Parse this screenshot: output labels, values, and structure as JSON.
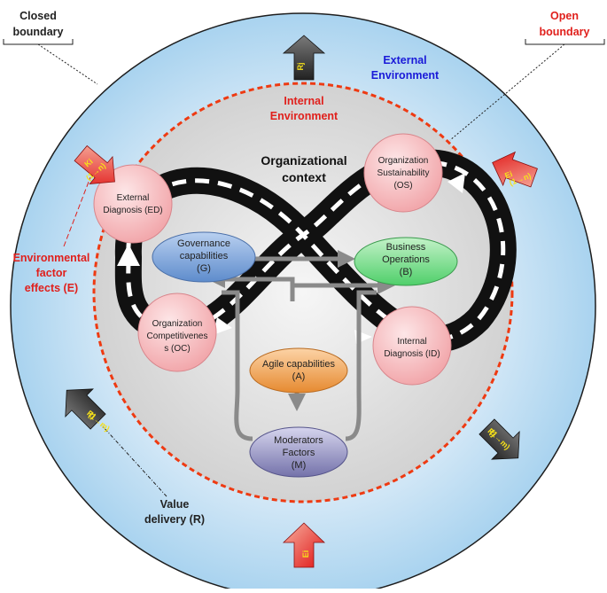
{
  "boundaries": {
    "closed": [
      "Closed",
      "boundary"
    ],
    "open": [
      "Open",
      "boundary"
    ]
  },
  "environments": {
    "external": [
      "External",
      "Environment"
    ],
    "internal": [
      "Internal",
      "Environment"
    ]
  },
  "context": [
    "Organizational",
    "context"
  ],
  "nodes": {
    "ed": [
      "External",
      "Diagnosis (ED)"
    ],
    "os": [
      "Organization",
      "Sustainability",
      "(OS)"
    ],
    "oc": [
      "Organization",
      "Competitivenes",
      "s (OC)"
    ],
    "id": [
      "Internal",
      "Diagnosis (ID)"
    ]
  },
  "capabilities": {
    "governance": [
      "Governance",
      "capabilities",
      "(G)"
    ],
    "business": [
      "Business",
      "Operations",
      "(B)"
    ],
    "agile": [
      "Agile capabilities",
      "(A)"
    ],
    "moderators": [
      "Moderators",
      "Factors",
      "(M)"
    ]
  },
  "side_labels": {
    "env_factor": [
      "Environmental",
      "factor",
      "effects (E)"
    ],
    "value_delivery": [
      "Value",
      "delivery (R)"
    ]
  },
  "arrow_labels": {
    "rj": "Rj",
    "ki": "Ki",
    "ei": "Ei",
    "rj_sub": "(1→m)",
    "ei_sub": "(1→n)",
    "ki_sub": "(1→n)"
  },
  "colors": {
    "outer_fill": "#bfe0f5",
    "inner_fill": "#e4e4e4",
    "dashed_boundary": "#ee3a12",
    "node_fill": "#f6c6c8",
    "governance_fill": "#7ea6dc",
    "business_fill": "#8be09a",
    "agile_fill": "#f0a050",
    "moderators_fill": "#8e8cc0"
  }
}
